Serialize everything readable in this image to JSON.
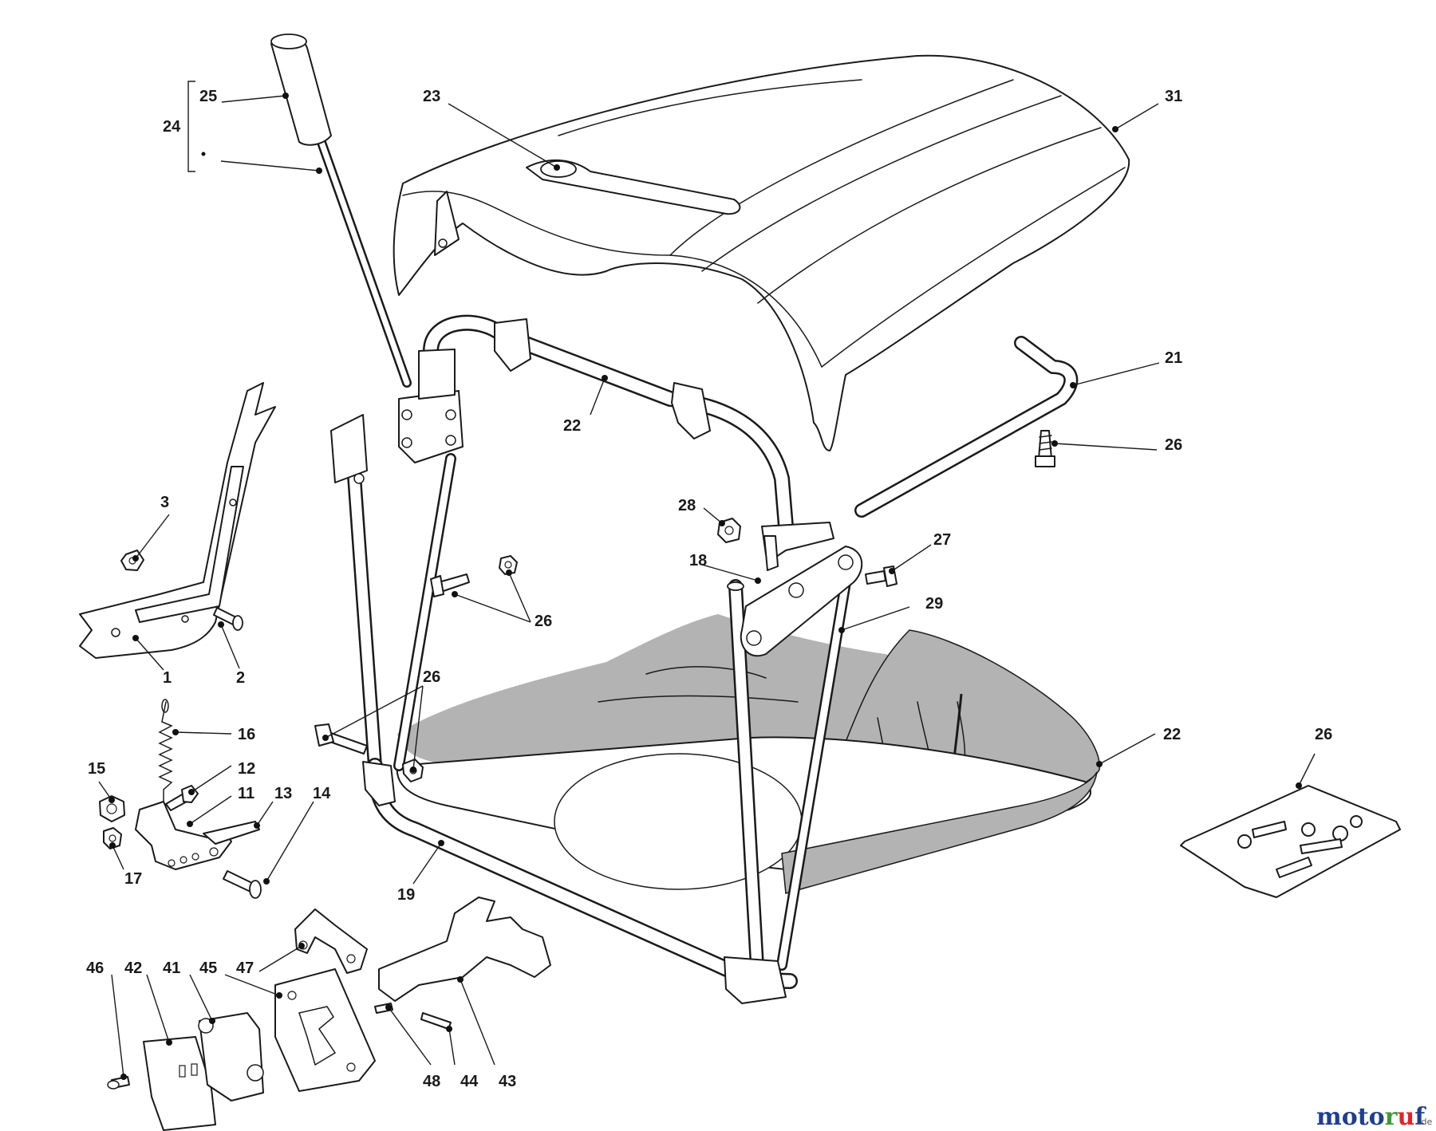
{
  "diagram": {
    "callouts": {
      "c1": "1",
      "c2": "2",
      "c3": "3",
      "c11": "11",
      "c12": "12",
      "c13": "13",
      "c14": "14",
      "c15": "15",
      "c16": "16",
      "c17": "17",
      "c18": "18",
      "c19": "19",
      "c21": "21",
      "c22a": "22",
      "c22b": "22",
      "c23": "23",
      "c24": "24",
      "c25": "25",
      "c26a": "26",
      "c26b": "26",
      "c26c": "26",
      "c26d": "26",
      "c27": "27",
      "c28": "28",
      "c29": "29",
      "c31": "31",
      "c41": "41",
      "c42": "42",
      "c43": "43",
      "c44": "44",
      "c45": "45",
      "c46": "46",
      "c47": "47",
      "c48": "48"
    },
    "colors": {
      "line": "#1a1a1a",
      "bag_fill": "#b3b3b3",
      "background": "#ffffff"
    }
  },
  "watermark": {
    "moto": "moto",
    "r": "r",
    "u": "u",
    "f": "f",
    "domain": ".de",
    "colors": {
      "m": "#1f3f8f",
      "o1": "#e0242a",
      "t": "#2a6fc8",
      "o2": "#f29a1c",
      "r": "#3f9a3c",
      "u": "#e0242a",
      "f": "#1f3f8f"
    }
  }
}
